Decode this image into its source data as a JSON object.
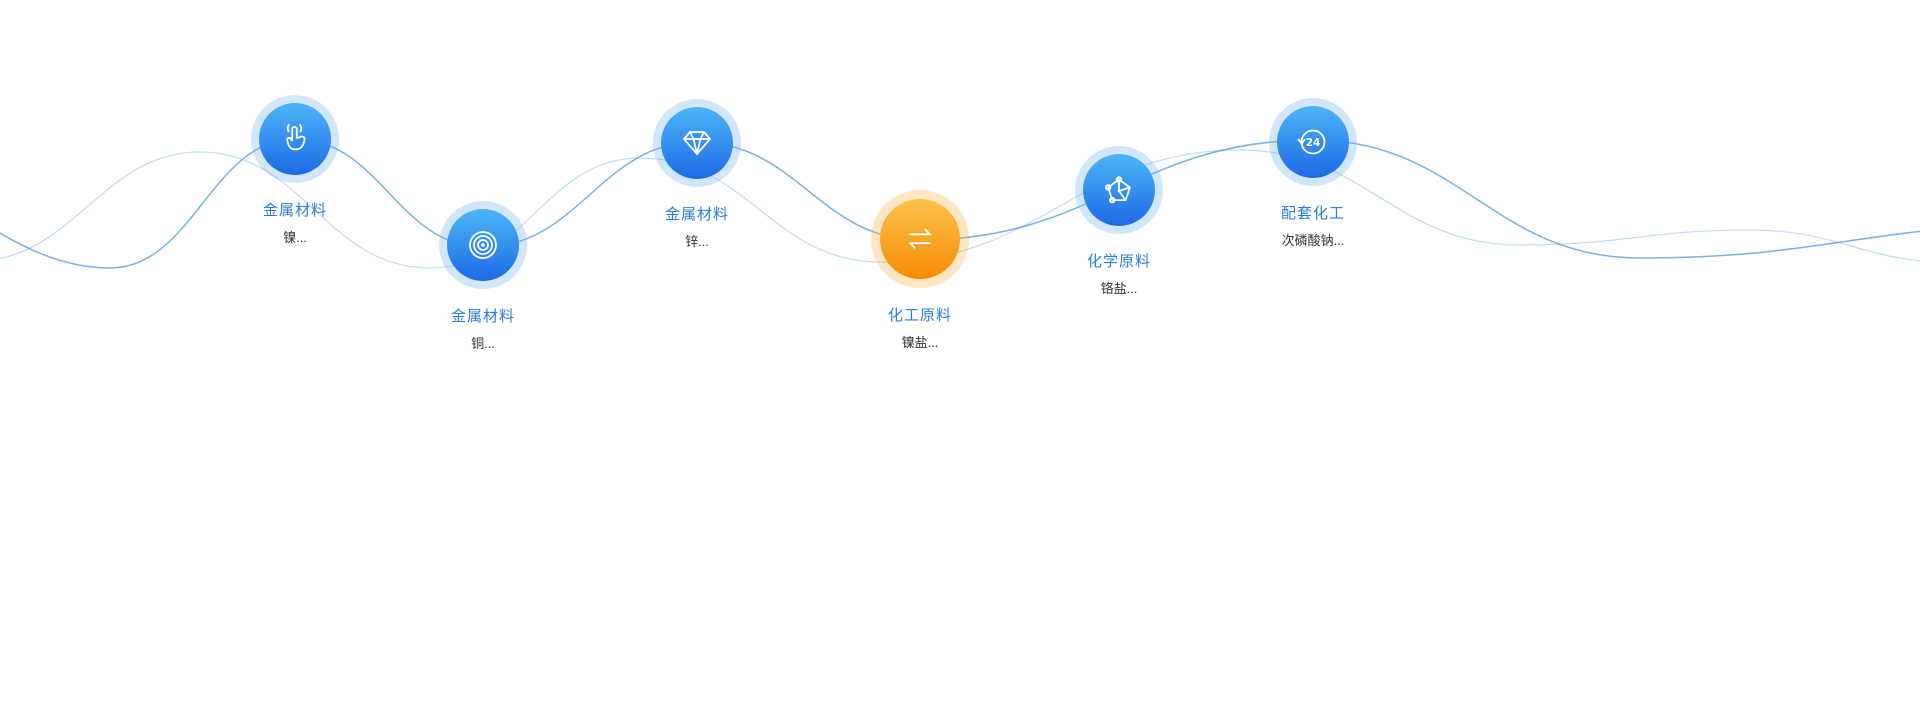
{
  "section": {
    "name": "product-category-wave"
  },
  "colors": {
    "background": "#ffffff",
    "node_blue_top": "#4cb5f8",
    "node_blue_bottom": "#1d6ae6",
    "node_blue_halo": "rgba(115,176,243,0.32)",
    "node_orange_top": "#fcc14b",
    "node_orange_bottom": "#f78c05",
    "node_orange_halo": "rgba(251,177,60,0.32)",
    "label_blue": "#2a7ddd",
    "sub_text": "#333333",
    "wave_primary": "#4f96da",
    "wave_secondary": "#86b7ea"
  },
  "nodes": [
    {
      "label": "金属材料",
      "sub": "镍...",
      "icon": "hand-click-icon",
      "theme": "blue"
    },
    {
      "label": "金属材料",
      "sub": "铜...",
      "icon": "radar-rings-icon",
      "theme": "blue"
    },
    {
      "label": "金属材料",
      "sub": "锌...",
      "icon": "diamond-icon",
      "theme": "blue"
    },
    {
      "label": "化工原料",
      "sub": "镍盐...",
      "icon": "exchange-arrows-icon",
      "theme": "orange"
    },
    {
      "label": "化学原料",
      "sub": "铬盐...",
      "icon": "molecule-pentagon-icon",
      "theme": "blue"
    },
    {
      "label": "配套化工",
      "sub": "次磷酸钠...",
      "icon": "24-hour-clock-icon",
      "theme": "blue",
      "icon_text": "24"
    }
  ]
}
